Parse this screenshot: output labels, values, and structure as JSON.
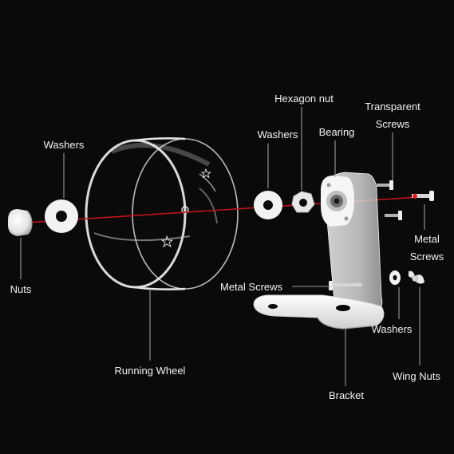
{
  "labels": {
    "washers_left": "Washers",
    "nuts": "Nuts",
    "running_wheel": "Running Wheel",
    "washers_mid": "Washers",
    "hexagon_nut": "Hexagon nut",
    "bearing": "Bearing",
    "transparent_screws_1": "Transparent",
    "transparent_screws_2": "Screws",
    "metal_screws_right_1": "Metal",
    "metal_screws_right_2": "Screws",
    "metal_screws_left": "Metal Screws",
    "washers_right": "Washers",
    "wing_nuts": "Wing Nuts",
    "bracket": "Bracket"
  },
  "colors": {
    "background": "#0a0a0a",
    "axis_line": "#c0141a",
    "leader_line": "#9a9a9a",
    "part_white": "#f2f2f2",
    "acrylic_edge": "#d8d8d8"
  },
  "icons": {
    "wheel": "running-wheel-icon",
    "bracket": "bracket-icon"
  }
}
